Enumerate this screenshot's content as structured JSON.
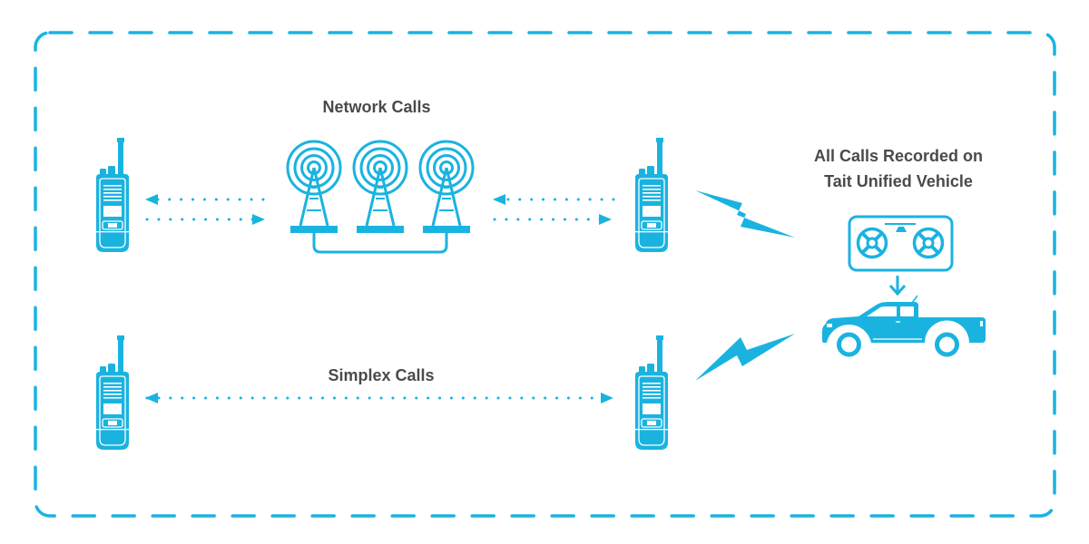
{
  "colors": {
    "accent": "#1ab3e0",
    "text": "#4a4a4a",
    "background": "#ffffff"
  },
  "labels": {
    "network_calls": "Network Calls",
    "simplex_calls": "Simplex Calls",
    "recorded_line1": "All Calls Recorded on",
    "recorded_line2": "Tait Unified Vehicle"
  },
  "nodes": {
    "radios": [
      {
        "id": "radio-network-left",
        "group": "network"
      },
      {
        "id": "radio-network-right",
        "group": "network"
      },
      {
        "id": "radio-simplex-left",
        "group": "simplex"
      },
      {
        "id": "radio-simplex-right",
        "group": "simplex"
      }
    ],
    "towers": [
      {
        "id": "tower-1"
      },
      {
        "id": "tower-2"
      },
      {
        "id": "tower-3"
      }
    ],
    "recorder": {
      "id": "call-recorder",
      "icon": "reel-to-reel-recorder-icon"
    },
    "vehicle": {
      "id": "vehicle",
      "icon": "pickup-truck-icon"
    }
  },
  "edges": [
    {
      "from": "tower-1",
      "to": "radio-network-left",
      "style": "dotted-arrow"
    },
    {
      "from": "radio-network-left",
      "to": "tower-1",
      "style": "dotted-arrow"
    },
    {
      "from": "radio-network-right",
      "to": "tower-3",
      "style": "dotted-arrow"
    },
    {
      "from": "tower-3",
      "to": "radio-network-right",
      "style": "dotted-arrow"
    },
    {
      "from": "radio-simplex-left",
      "to": "radio-simplex-right",
      "style": "dotted-double-arrow"
    },
    {
      "from": "radio-network-right",
      "to": "vehicle",
      "style": "lightning"
    },
    {
      "from": "radio-simplex-right",
      "to": "vehicle",
      "style": "lightning"
    },
    {
      "from": "call-recorder",
      "to": "vehicle",
      "style": "solid-arrow"
    },
    {
      "from": "tower-1",
      "to": "tower-3",
      "style": "solid-link"
    }
  ]
}
